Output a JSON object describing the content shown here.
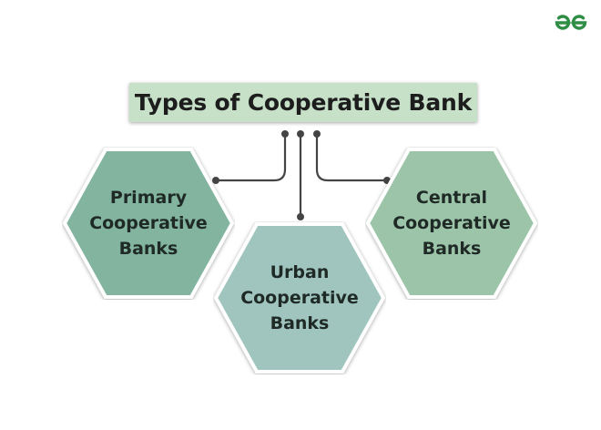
{
  "diagram": {
    "title": "Types of Cooperative Bank",
    "nodes": [
      {
        "id": "primary",
        "label_lines": [
          "Primary",
          "Cooperative",
          "Banks"
        ],
        "fill": "#82b4a0"
      },
      {
        "id": "urban",
        "label_lines": [
          "Urban",
          "Cooperative",
          "Banks"
        ],
        "fill": "#9fc5be"
      },
      {
        "id": "central",
        "label_lines": [
          "Central",
          "Cooperative",
          "Banks"
        ],
        "fill": "#9cc4a9"
      }
    ],
    "edges": [
      {
        "from": "title",
        "to": "primary"
      },
      {
        "from": "title",
        "to": "urban"
      },
      {
        "from": "title",
        "to": "central"
      }
    ],
    "colors": {
      "title_fill": "#c7e1c9",
      "connector": "#444444",
      "logo": "#2f8d46"
    },
    "logo_icon": "geeksforgeeks-logo-icon"
  }
}
